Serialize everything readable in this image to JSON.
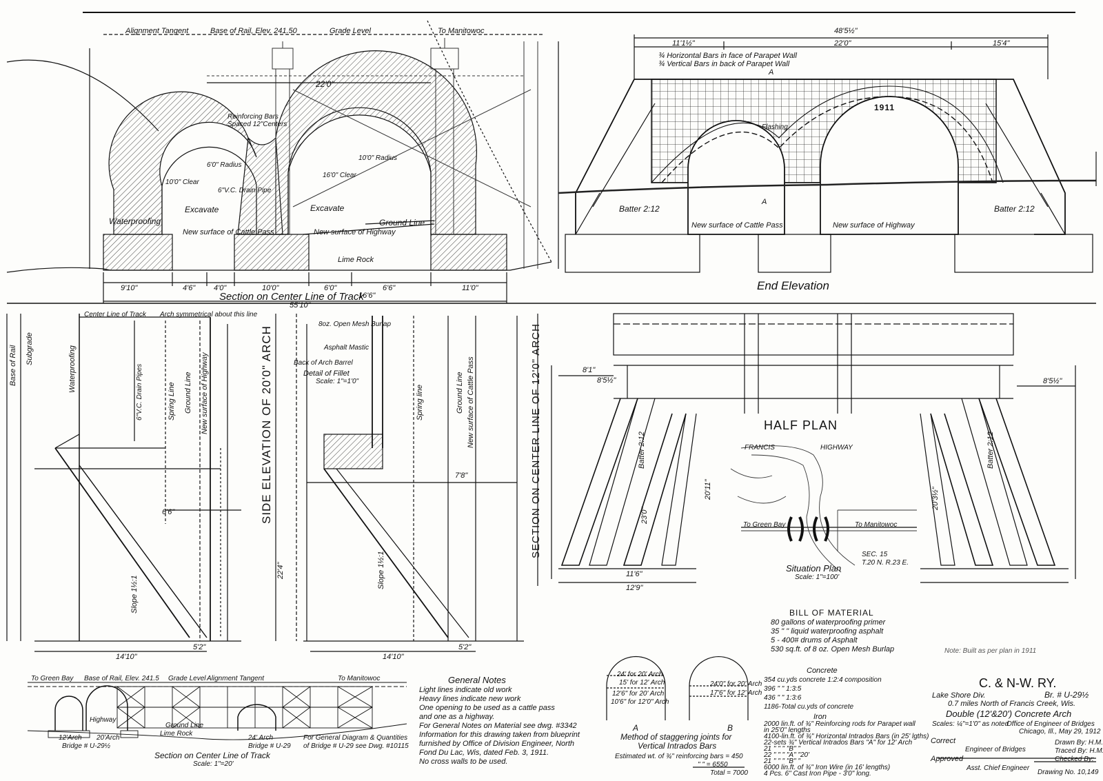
{
  "top_labels": {
    "alignment_tangent": "Alignment Tangent",
    "base_of_rail": "Base of Rail, Elev. 241.50",
    "grade_level": "Grade Level",
    "to_manitowoc": "To Manitowoc"
  },
  "section": {
    "title": "Section on Center Line of Track",
    "waterproofing": "Waterproofing",
    "excavate1": "Excavate",
    "excavate2": "Excavate",
    "reinforcing": "Reinforcing Bars",
    "spaced": "Spaced 12\"Centers",
    "radius_6": "6'0\" Radius",
    "radius_10": "10'0\" Radius",
    "clear_16": "16'0\" Clear",
    "clear_10": "10'0\" Clear",
    "drain_pipe": "6\"V.C. Drain Pipe",
    "new_surface_cattle": "New surface of Cattle Pass",
    "new_surface_highway": "New surface of Highway",
    "ground_line": "Ground Line",
    "lime_rock": "Lime Rock",
    "dims": [
      "9'10\"",
      "4'6\"",
      "4'0\"",
      "10'0\"",
      "6'0\"",
      "6'6\"",
      "11'0\"",
      "16'6\"",
      "55'10\""
    ],
    "d22": "22'0\""
  },
  "end_elev": {
    "title": "End Elevation",
    "d_total": "48'5½\"",
    "d_left": "11'1½\"",
    "d_mid": "22'0\"",
    "d_right": "15'4\"",
    "note1": "¾ Horizontal Bars in face of Parapet Wall",
    "note2": "¾ Vertical Bars in back of Parapet Wall",
    "sec_a": "A",
    "sec_a2": "A",
    "year": "1911",
    "flashing": "Flashing",
    "batter_left": "Batter 2:12",
    "batter_right": "Batter 2:12",
    "surf_cattle": "New surface of Cattle Pass",
    "surf_highway": "New surface of Highway"
  },
  "side_elev": {
    "cl_track": "Center Line of Track",
    "symmetrical": "Arch symmetrical about this line",
    "title": "SIDE ELEVATION OF 20'0\" ARCH",
    "base_rail": "Base of Rail",
    "subgrade": "Subgrade",
    "waterproofing": "Waterproofing",
    "drain": "6\"V.C. Drain Pipes",
    "spring": "Spring Line",
    "ground": "Ground Line",
    "new_surface": "New surface of Highway",
    "slope": "Slope 1½:1",
    "fillet": "Detail of Fillet",
    "fillet_scale": "Scale: 1\"=1'0\"",
    "burlap": "8oz. Open Mesh Burlap",
    "asphalt": "Asphalt Mastic",
    "back_arch": "Back of Arch Barrel",
    "d1410": "14'10\"",
    "d52": "5'2\"",
    "d224": "22'4\"",
    "d66": "6'6\"",
    "d78": "7'8\""
  },
  "section12": {
    "title": "SECTION ON CENTER LINE OF 12'0\" ARCH",
    "spring": "Spring line",
    "ground": "Ground Line",
    "new_surface": "New surface of Cattle Pass",
    "slope": "Slope 1½:1",
    "d1410": "14'10\"",
    "d52": "5'2\""
  },
  "half_plan": {
    "title": "HALF PLAN",
    "batter_left": "Batter 2:12",
    "batter_right": "Batter 2:12",
    "d81": "8'1\"",
    "d85": "8'5½\"",
    "d230": "23'0\"",
    "d116": "11'6\"",
    "d129": "12'9\"",
    "d2039": "20'3½\"",
    "d2011": "20'11\"",
    "situation": "Situation Plan",
    "sit_scale": "Scale: 1\"=100'",
    "to_green_bay": "To Green Bay",
    "to_manitowoc": "To Manitowoc",
    "highway": "HIGHWAY",
    "francis": "FRANCIS",
    "sec": "SEC. 15",
    "twn": "T.20 N. R.23 E."
  },
  "bill": {
    "title": "BILL OF MATERIAL",
    "lines": [
      "80 gallons of waterproofing primer",
      "35   \"      \"   liquid waterproofing asphalt",
      "5 - 400# drums of Asphalt",
      "530 sq.ft. of 8 oz. Open Mesh Burlap"
    ],
    "note": "Note: Built as per plan in 1911"
  },
  "general_notes": {
    "title": "General Notes",
    "lines": [
      "Light lines indicate old work",
      "Heavy lines indicate new work",
      "One opening to be used as a cattle pass",
      "and one as a highway.",
      "For General Notes on Material see dwg. #3342",
      "Information for this drawing taken from blueprint",
      "furnished by Office of Division Engineer, North",
      "Fond Du Lac, Wis, dated Feb. 3, 1911.",
      "No cross walls to be used."
    ]
  },
  "bottom_section": {
    "to_green_bay": "To Green Bay",
    "base_rail": "Base of Rail, Elev. 241.5",
    "grade": "Grade Level",
    "alignment": "Alignment Tangent",
    "to_manitowoc": "To Manitowoc",
    "highway": "Highway",
    "ground": "Ground Line",
    "lime": "Lime Rock",
    "arch12": "12'Arch",
    "arch20": "20'Arch",
    "bridge": "Bridge # U-29½",
    "arch24": "24' Arch",
    "bridge2": "Bridge # U-29",
    "ref": "For General Diagram & Quantities",
    "ref2": "of Bridge # U-29 see Dwg. #10115",
    "title": "Section on Center Line of Track",
    "scale": "Scale: 1\"=20'"
  },
  "stagger": {
    "a1": "24' for 20' Arch",
    "a2": "15' for 12' Arch",
    "a3": "12'6\" for 20' Arch",
    "a4": "10'6\" for 12'0\" Arch",
    "b1": "24'0\" for 20' Arch",
    "b2": "17'6\" for 12' Arch",
    "label_a": "A",
    "label_b": "B",
    "method": "Method of staggering joints for",
    "method2": "Vertical Intrados Bars",
    "est": "Estimated wt. of ¾\" reinforcing bars = 450",
    "est2": "\"      \"  = 6550",
    "total": "Total = 7000"
  },
  "concrete": {
    "title": "Concrete",
    "lines": [
      "354 cu.yds concrete 1:2:4 composition",
      "396   \"        \"       1:3:5",
      "436   \"        \"       1:3:6",
      "1186-Total cu.yds of concrete"
    ],
    "iron": "Iron",
    "iron_lines": [
      "2000 lin.ft. of ¾\" Reinforcing rods for Parapet wall",
      "      in 25'0\" lengths",
      "4100-lin.ft. of ¾\" Horizontal Intrados Bars (in 25' lgths)",
      "22-sets ¾\" Vertical Intrados Bars \"A\"  for 12' Arch",
      "21      \"        \"        \"        \"B\"       \"",
      "22      \"        \"        \"        \"A\"   \"20'",
      "21      \"        \"        \"        \"B\"       \"",
      "6000 lin.ft. of ¾\" Iron Wire (in 16' lengths)",
      "4 Pcs. 6\" Cast Iron Pipe - 3'0\" long."
    ]
  },
  "title_block": {
    "railway": "C. & N-W. RY.",
    "division": "Lake Shore Div.",
    "bridge_no": "Br. # U-29½",
    "location": "0.7 miles North of Francis Creek, Wis.",
    "type": "Double (12'&20') Concrete Arch",
    "scales": "Scales: ¼\"=1'0\" as noted",
    "office": "Office of Engineer of Bridges",
    "city": "Chicago, Ill., May 29, 1912",
    "correct": "Correct",
    "eng_bridges": "Engineer of Bridges",
    "approved": "Approved",
    "asst": "Asst. Chief Engineer",
    "drawn": "Drawn By: H.M.S.",
    "traced": "Traced By: H.M.S.",
    "checked": "Checked By:",
    "dwg_no": "Drawing No. 10,149"
  },
  "colors": {
    "ink": "#111111",
    "paper": "#fdfdfb",
    "hatch": "#444444"
  }
}
